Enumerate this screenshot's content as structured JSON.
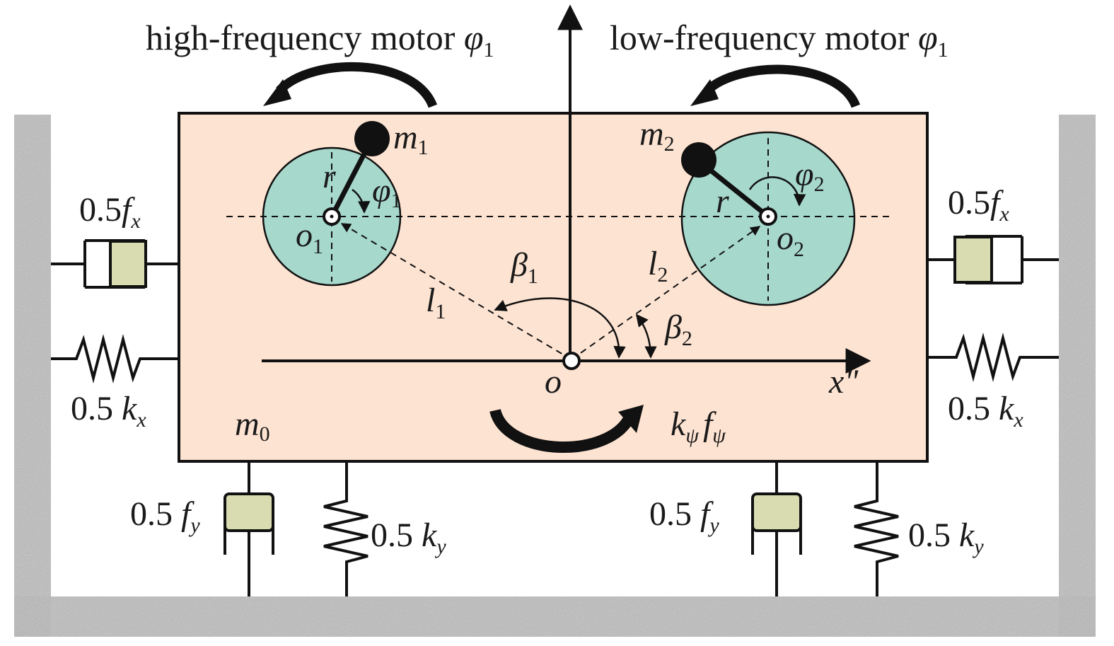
{
  "titles": {
    "left": "high-frequency motor",
    "right": "low-frequency motor",
    "motor_symbol": "φ",
    "motor_sub": "1"
  },
  "labels": {
    "m1": "m",
    "m1_sub": "1",
    "m2": "m",
    "m2_sub": "2",
    "m0": "m",
    "m0_sub": "0",
    "r_left": "r",
    "r_right": "r",
    "phi1": "φ",
    "phi1_sub": "1",
    "phi2": "φ",
    "phi2_sub": "2",
    "o1": "o",
    "o1_sub": "1",
    "o2": "o",
    "o2_sub": "2",
    "o": "o",
    "beta1": "β",
    "beta1_sub": "1",
    "beta2": "β",
    "beta2_sub": "2",
    "l1": "l",
    "l1_sub": "1",
    "l2": "l",
    "l2_sub": "2",
    "x_axis": "x\"",
    "torsion_k": "k",
    "torsion_k_sub": "ψ",
    "torsion_f": "f",
    "torsion_f_sub": "ψ"
  },
  "supports": {
    "damper_x_coef": "0.5",
    "damper_x_sym": "f",
    "damper_x_sub": "x",
    "spring_x_coef": "0.5",
    "spring_x_sym": "k",
    "spring_x_sub": "x",
    "damper_y_coef": "0.5",
    "damper_y_sym": "f",
    "damper_y_sub": "y",
    "spring_y_coef": "0.5",
    "spring_y_sym": "k",
    "spring_y_sub": "y"
  },
  "colors": {
    "body": "#fde3d2",
    "rotor": "#a6d8cc",
    "damper": "#d9dbb0",
    "ground": "#b0b0b0",
    "ink": "#111111"
  }
}
